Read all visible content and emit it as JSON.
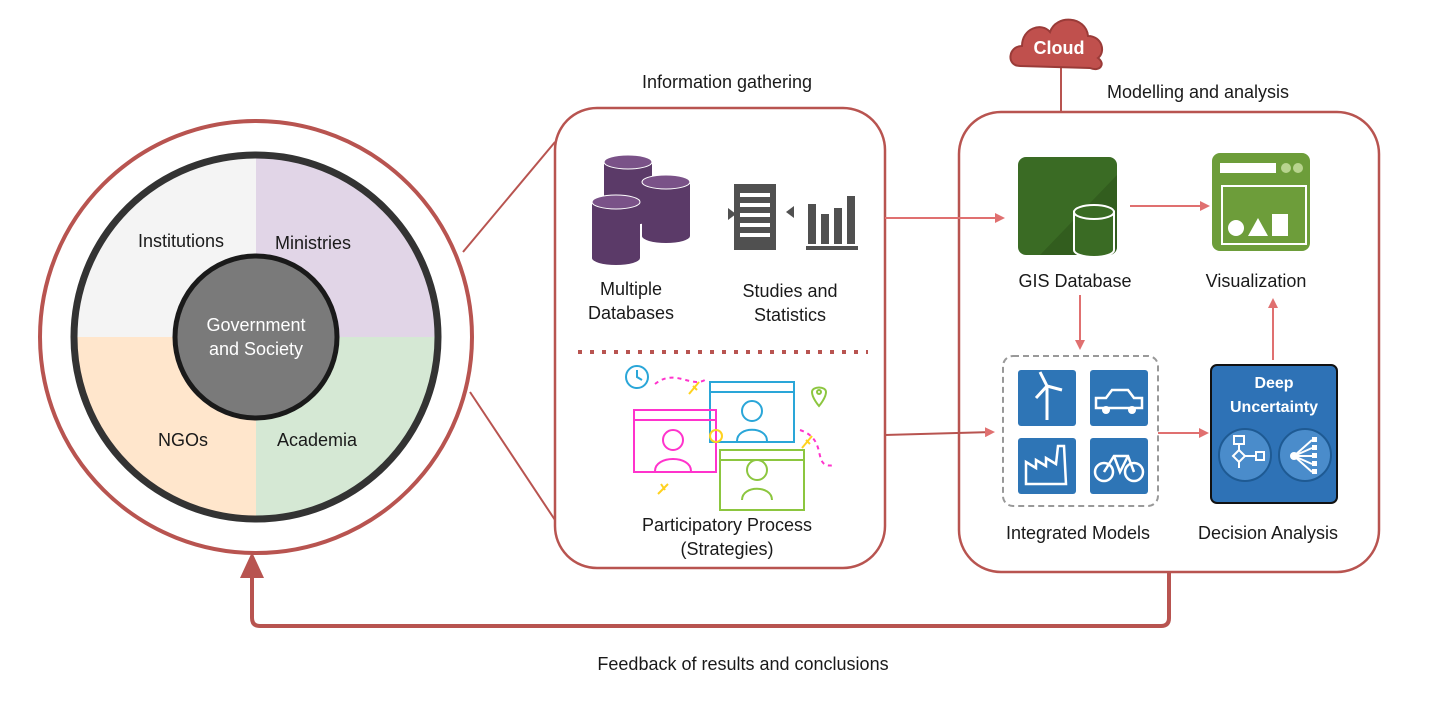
{
  "stakeholders": {
    "center": "Government\nand Society",
    "quadrants": {
      "top_left": "Institutions",
      "top_right": "Ministries",
      "bottom_left": "NGOs",
      "bottom_right": "Academia"
    }
  },
  "information_gathering": {
    "title": "Information gathering",
    "multiple_databases": "Multiple\nDatabases",
    "studies_statistics": "Studies and\nStatistics",
    "participatory": "Participatory Process\n(Strategies)"
  },
  "modelling": {
    "title": "Modelling and analysis",
    "cloud": "Cloud",
    "gis": "GIS Database",
    "visualization": "Visualization",
    "integrated_models": "Integrated Models",
    "decision_analysis": "Decision Analysis",
    "deep_uncertainty": "Deep\nUncertainty"
  },
  "feedback": "Feedback of results and conclusions",
  "colors": {
    "frame": "#b85450",
    "ring": "#333333",
    "center": "#7a7a7a",
    "institutions": "#f4f4f4",
    "ministries": "#e1d5e7",
    "ngos": "#ffe6cc",
    "academia": "#d5e8d4",
    "db_purple": "#5b3a68",
    "gis_green": "#3a6b24",
    "viz_green": "#6d9d3a",
    "model_blue": "#2e75b6",
    "deep_blue": "#2e72b6",
    "cloud_red": "#c0504d"
  }
}
